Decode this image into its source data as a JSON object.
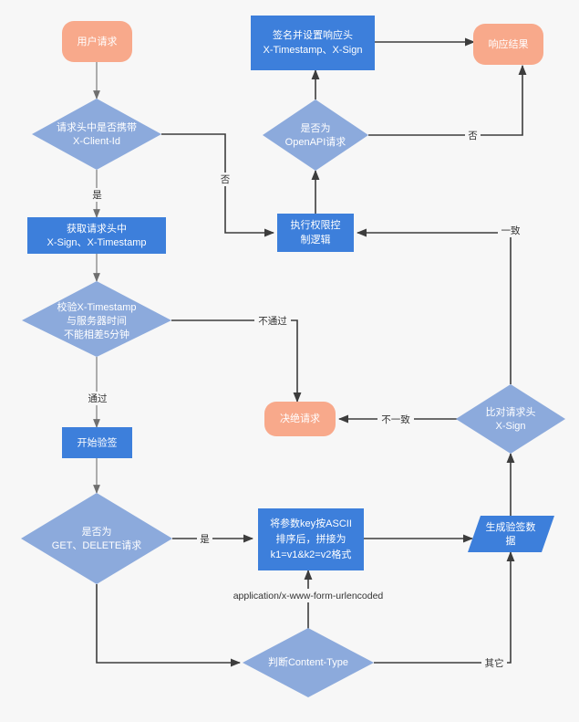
{
  "diagram": {
    "title": "API signature verification flowchart",
    "background_color": "#f7f7f7",
    "colors": {
      "process_blue": "#3d7fdb",
      "decision_blue": "#8caadc",
      "terminator_orange": "#f8a98b",
      "edge_dark": "#3d3d3d",
      "edge_light": "#8d8d8d",
      "node_text": "#ffffff",
      "edge_text": "#333333"
    },
    "nodes": [
      {
        "id": "start",
        "shape": "rounded",
        "style": "terminator_orange",
        "lines": [
          "用户请求"
        ]
      },
      {
        "id": "has_client_id",
        "shape": "diamond",
        "style": "decision_blue",
        "lines": [
          "请求头中是否携带",
          "X-Client-Id"
        ]
      },
      {
        "id": "get_headers",
        "shape": "rect",
        "style": "process_blue",
        "lines": [
          "获取请求头中",
          "X-Sign、X-Timestamp"
        ]
      },
      {
        "id": "check_ts",
        "shape": "diamond",
        "style": "decision_blue",
        "lines": [
          "校验X-Timestamp",
          "与服务器时间",
          "不能相差5分钟"
        ]
      },
      {
        "id": "start_verify",
        "shape": "rect",
        "style": "process_blue",
        "lines": [
          "开始验签"
        ]
      },
      {
        "id": "is_get_delete",
        "shape": "diamond",
        "style": "decision_blue",
        "lines": [
          "是否为",
          "GET、DELETE请求"
        ]
      },
      {
        "id": "sort_params",
        "shape": "rect",
        "style": "process_blue",
        "lines": [
          "将参数key按ASCII",
          "排序后，拼接为",
          "k1=v1&k2=v2格式"
        ]
      },
      {
        "id": "content_type",
        "shape": "diamond",
        "style": "decision_blue",
        "lines": [
          "判断Content-Type"
        ]
      },
      {
        "id": "gen_sign",
        "shape": "parallelogram",
        "style": "process_blue",
        "lines": [
          "生成验签数",
          "据"
        ]
      },
      {
        "id": "compare_sign",
        "shape": "diamond",
        "style": "decision_blue",
        "lines": [
          "比对请求头",
          "X-Sign"
        ]
      },
      {
        "id": "reject",
        "shape": "rounded",
        "style": "terminator_orange",
        "lines": [
          "决绝请求"
        ]
      },
      {
        "id": "auth_logic",
        "shape": "rect",
        "style": "process_blue",
        "lines": [
          "执行权限控",
          "制逻辑"
        ]
      },
      {
        "id": "is_openapi",
        "shape": "diamond",
        "style": "decision_blue",
        "lines": [
          "是否为",
          "OpenAPI请求"
        ]
      },
      {
        "id": "sign_response",
        "shape": "rect",
        "style": "process_blue",
        "lines": [
          "签名并设置响应头",
          "X-Timestamp、X-Sign"
        ]
      },
      {
        "id": "response",
        "shape": "rounded",
        "style": "terminator_orange",
        "lines": [
          "响应结果"
        ]
      }
    ],
    "edges": [
      {
        "from": "start",
        "to": "has_client_id",
        "label": ""
      },
      {
        "from": "has_client_id",
        "to": "get_headers",
        "label": "是"
      },
      {
        "from": "has_client_id",
        "to": "auth_logic",
        "label": "否"
      },
      {
        "from": "get_headers",
        "to": "check_ts",
        "label": ""
      },
      {
        "from": "check_ts",
        "to": "start_verify",
        "label": "通过"
      },
      {
        "from": "check_ts",
        "to": "reject",
        "label": "不通过"
      },
      {
        "from": "start_verify",
        "to": "is_get_delete",
        "label": ""
      },
      {
        "from": "is_get_delete",
        "to": "sort_params",
        "label": "是"
      },
      {
        "from": "is_get_delete",
        "to": "content_type",
        "label": ""
      },
      {
        "from": "content_type",
        "to": "sort_params",
        "label": "application/x-www-form-urlencoded"
      },
      {
        "from": "content_type",
        "to": "gen_sign",
        "label": "其它"
      },
      {
        "from": "sort_params",
        "to": "gen_sign",
        "label": ""
      },
      {
        "from": "gen_sign",
        "to": "compare_sign",
        "label": ""
      },
      {
        "from": "compare_sign",
        "to": "reject",
        "label": "不一致"
      },
      {
        "from": "compare_sign",
        "to": "auth_logic",
        "label": "一致"
      },
      {
        "from": "auth_logic",
        "to": "is_openapi",
        "label": ""
      },
      {
        "from": "is_openapi",
        "to": "sign_response",
        "label": ""
      },
      {
        "from": "is_openapi",
        "to": "response",
        "label": "否"
      },
      {
        "from": "sign_response",
        "to": "response",
        "label": ""
      }
    ],
    "edge_labels": {
      "yes_client_id": "是",
      "no_client_id": "否",
      "ts_pass": "通过",
      "ts_fail": "不通过",
      "yes_get_delete": "是",
      "form_urlencoded": "application/x-www-form-urlencoded",
      "other_content_type": "其它",
      "sign_mismatch": "不一致",
      "sign_match": "一致",
      "not_openapi": "否"
    },
    "node_text": {
      "start": "用户请求",
      "has_client_id_l1": "请求头中是否携带",
      "has_client_id_l2": "X-Client-Id",
      "get_headers_l1": "获取请求头中",
      "get_headers_l2": "X-Sign、X-Timestamp",
      "check_ts_l1": "校验X-Timestamp",
      "check_ts_l2": "与服务器时间",
      "check_ts_l3": "不能相差5分钟",
      "start_verify": "开始验签",
      "is_get_delete_l1": "是否为",
      "is_get_delete_l2": "GET、DELETE请求",
      "sort_params_l1": "将参数key按ASCII",
      "sort_params_l2": "排序后，拼接为",
      "sort_params_l3": "k1=v1&k2=v2格式",
      "content_type": "判断Content-Type",
      "gen_sign_l1": "生成验签数",
      "gen_sign_l2": "据",
      "compare_sign_l1": "比对请求头",
      "compare_sign_l2": "X-Sign",
      "reject": "决绝请求",
      "auth_logic_l1": "执行权限控",
      "auth_logic_l2": "制逻辑",
      "is_openapi_l1": "是否为",
      "is_openapi_l2": "OpenAPI请求",
      "sign_response_l1": "签名并设置响应头",
      "sign_response_l2": "X-Timestamp、X-Sign",
      "response": "响应结果"
    }
  }
}
